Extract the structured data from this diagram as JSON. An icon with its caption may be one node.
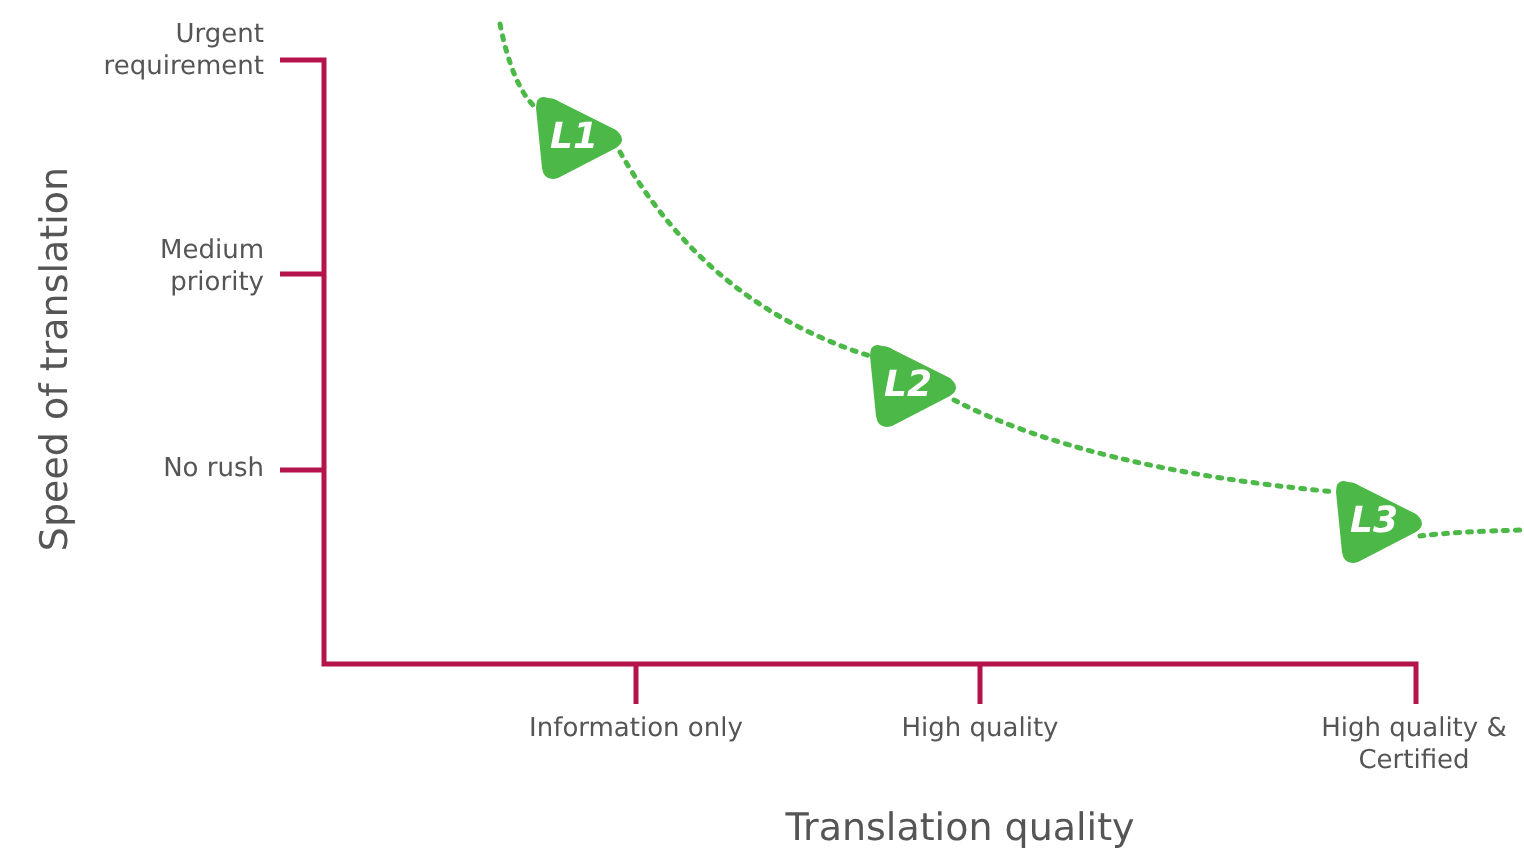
{
  "diagram": {
    "nodes": [
      {
        "text": [
          "L1"
        ]
      },
      {
        "text": [
          "L2"
        ]
      },
      {
        "text": [
          "L3"
        ]
      }
    ],
    "edges": [
      {
        "from": null,
        "to": 0,
        "arrow": "none",
        "style": "dashed",
        "color": "#4cb848"
      },
      {
        "from": 0,
        "to": 1,
        "arrow": "none",
        "style": "dashed",
        "color": "#4cb848"
      },
      {
        "from": 1,
        "to": 2,
        "arrow": "none",
        "style": "dashed",
        "color": "#4cb848"
      },
      {
        "from": 2,
        "to": null,
        "arrow": "none",
        "style": "dashed",
        "color": "#4cb848"
      }
    ],
    "labels": [
      "Urgent requirement",
      "Medium priority",
      "No rush",
      "Speed of translation",
      "Information only",
      "High quality",
      "High quality & Certified",
      "Translation quality"
    ]
  }
}
